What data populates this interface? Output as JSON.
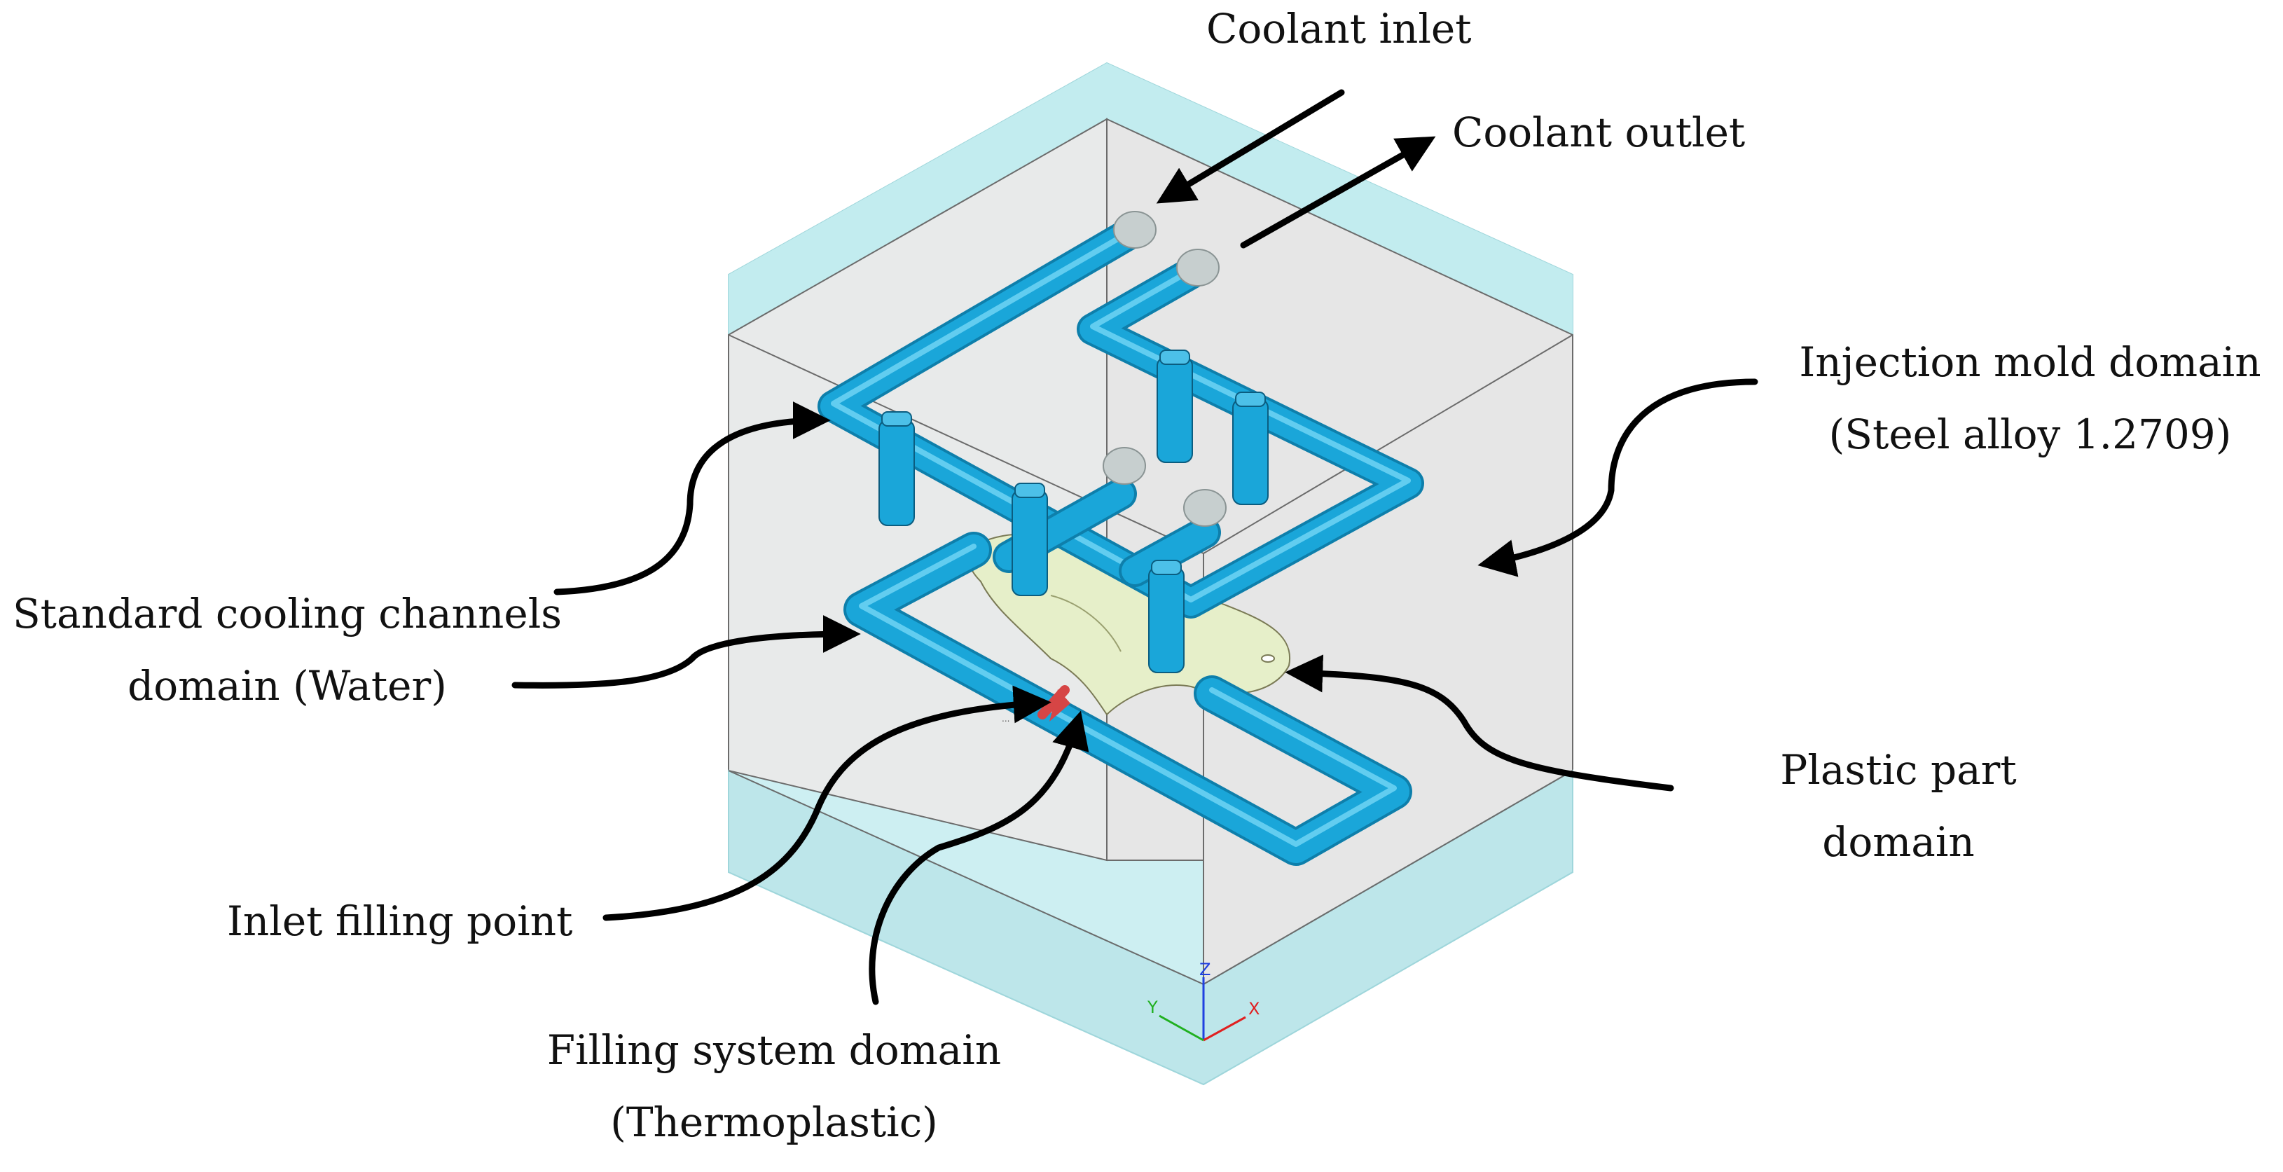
{
  "labels": {
    "coolant_inlet": "Coolant inlet",
    "coolant_outlet": "Coolant outlet",
    "mold_line1": "Injection mold domain",
    "mold_line2": "(Steel alloy 1.2709)",
    "cooling_line1": "Standard cooling channels",
    "cooling_line2": "domain (Water)",
    "plastic_line1": "Plastic part",
    "plastic_line2": "domain",
    "inlet_filling": "Inlet filling point",
    "filling_line1": "Filling system domain",
    "filling_line2": "(Thermoplastic)"
  },
  "axes": {
    "z": "Z",
    "y": "Y",
    "x": "X"
  },
  "colors": {
    "mold_transparent": "#cdeff2",
    "mold_face_top": "#c2ecef",
    "mold_face_gray": "#e6e6e6",
    "channel": "#1aa6d9",
    "channel_highlight": "#62cdf0",
    "fitting": "#c7cfcf",
    "plastic_part": "#e6efc9",
    "inlet_marker": "#d64545",
    "axis_x": "#e02020",
    "axis_y": "#20b020",
    "axis_z": "#2040e0"
  }
}
